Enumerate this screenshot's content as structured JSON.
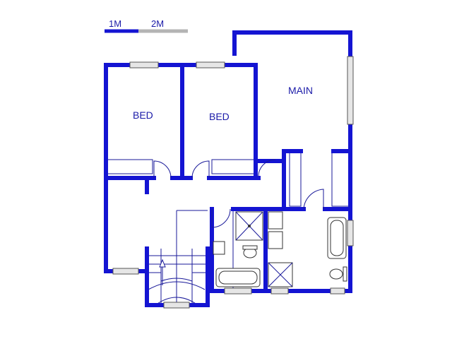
{
  "scale_bar": {
    "label_1": "1M",
    "label_2": "2M"
  },
  "rooms": {
    "bed_1": "BED",
    "bed_2": "BED",
    "main": "MAIN"
  },
  "colors": {
    "wall": "#1414d2",
    "text": "#1a1aa8",
    "fixture_line": "#333333",
    "window": "#e6e6e6"
  }
}
